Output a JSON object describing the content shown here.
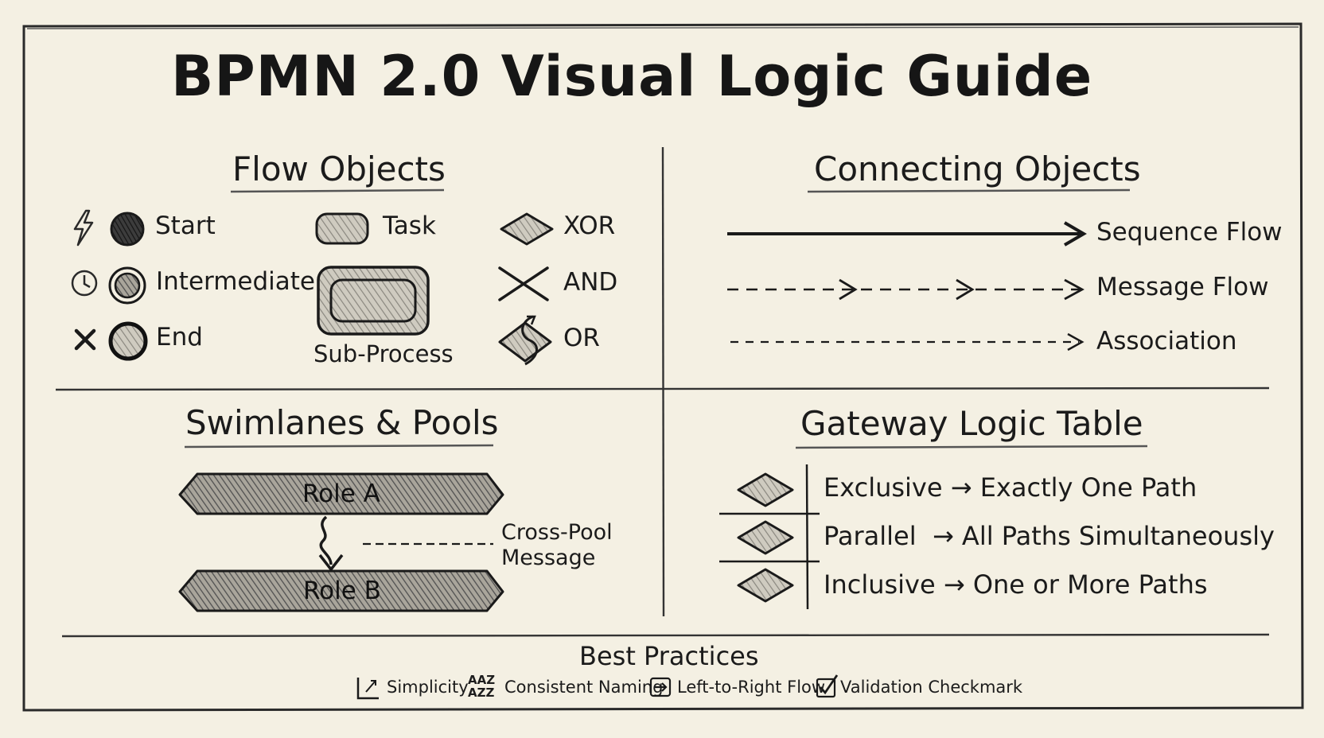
{
  "title": "BPMN 2.0 Visual Logic Guide",
  "flow_objects": {
    "heading": "Flow Objects",
    "events": [
      {
        "label": "Start",
        "icon": "lightning-icon"
      },
      {
        "label": "Intermediate",
        "icon": "clock-icon"
      },
      {
        "label": "End",
        "icon": "x-icon"
      }
    ],
    "activities": [
      {
        "label": "Task"
      },
      {
        "label": "Sub-Process"
      }
    ],
    "gateways": [
      {
        "label": "XOR"
      },
      {
        "label": "AND"
      },
      {
        "label": "OR"
      }
    ]
  },
  "connecting_objects": {
    "heading": "Connecting Objects",
    "items": [
      {
        "label": "Sequence Flow",
        "style": "solid"
      },
      {
        "label": "Message Flow",
        "style": "dashed"
      },
      {
        "label": "Association",
        "style": "dotted"
      }
    ]
  },
  "swimlanes": {
    "heading": "Swimlanes & Pools",
    "role_a": "Role A",
    "role_b": "Role B",
    "message_line1": "Cross-Pool",
    "message_line2": "Message"
  },
  "gateway_table": {
    "heading": "Gateway Logic Table",
    "rows": [
      {
        "text": "Exclusive → Exactly One Path"
      },
      {
        "text": "Parallel  → All Paths Simultaneously"
      },
      {
        "text": "Inclusive → One or More Paths"
      }
    ]
  },
  "best_practices": {
    "heading": "Best Practices",
    "items": [
      {
        "label": "Simplicity",
        "icon": "simplicity-icon"
      },
      {
        "label": "Consistent Naming",
        "icon": "naming-icon",
        "icon_text_top": "AAZ",
        "icon_text_bottom": "AZZ"
      },
      {
        "label": "Left-to-Right Flow",
        "icon": "arrow-box-icon"
      },
      {
        "label": "Validation Checkmark",
        "icon": "checkbox-icon"
      }
    ]
  }
}
